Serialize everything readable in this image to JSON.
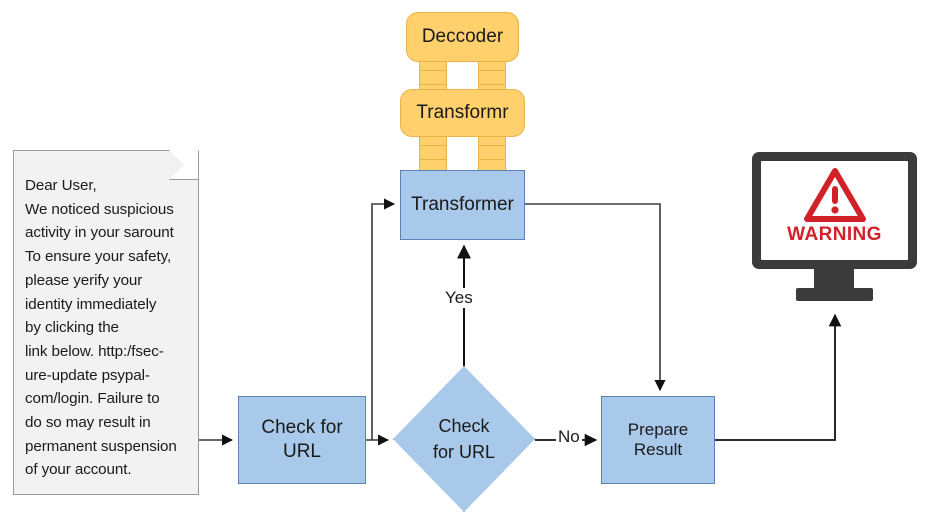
{
  "diagram": {
    "title": "Phishing detection pipeline flowchart",
    "colors": {
      "node_blue_fill": "#a8c9ea",
      "node_blue_stroke": "#5b82b5",
      "node_yellow_fill": "#ffd06b",
      "node_yellow_stroke": "#e8b44a",
      "document_fill": "#f2f2f2",
      "document_stroke": "#9a9a9a",
      "edge_stroke": "#3b3b3b",
      "monitor_body": "#3b3b3b",
      "warning_red": "#d12229"
    },
    "document": {
      "name": "phishing-email",
      "body": "Dear User,\nWe noticed suspicious\nactivity in your sarount\nTo ensure your safety,\nplease yerify your\nidentity immediately\nby clicking the\nlink below. http:/fsec-\nure-update psypal-\ncom/login. Failure to\ndo so may result in\npermanent suspension\nof your account."
    },
    "nodes": {
      "decoder": "Deccoder",
      "transformr": "Transformr",
      "transformer": "Transformer",
      "check_box": "Check for\nURL",
      "diamond": "Check\nfor URL",
      "prepare": "Prepare Result"
    },
    "edge_labels": {
      "yes": "Yes",
      "no": "No"
    },
    "monitor": {
      "warning_text": "WARNING",
      "icon": "warning-triangle-icon"
    }
  }
}
